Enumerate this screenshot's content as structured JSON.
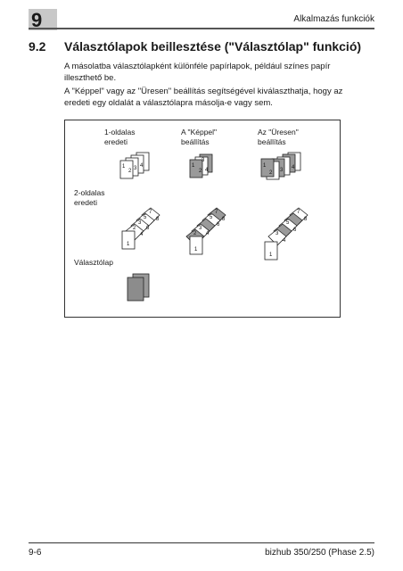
{
  "header": {
    "chapter": "9",
    "title": "Alkalmazás funkciók"
  },
  "section": {
    "number": "9.2",
    "title": "Választólapok beillesztése (\"Választólap\" funkció)"
  },
  "paragraphs": [
    "A másolatba választólapként különféle papírlapok, például színes papír illeszthető be.",
    "A \"Képpel\" vagy az \"Üresen\" beállítás segítségével kiválaszthatja, hogy az eredeti egy oldalát a választólapra másolja-e vagy sem."
  ],
  "figure": {
    "label_one_sided": "1-oldalas\neredeti",
    "label_with_image": "A \"Képpel\"\nbeállítás",
    "label_blank": "Az \"Üresen\"\nbeállítás",
    "label_two_sided": "2-oldalas\neredeti",
    "label_separator": "Választólap",
    "page_numbers": [
      "1",
      "2",
      "3",
      "4",
      "5",
      "6",
      "7",
      "8"
    ]
  },
  "footer": {
    "page": "9-6",
    "product": "bizhub 350/250 (Phase 2.5)"
  }
}
